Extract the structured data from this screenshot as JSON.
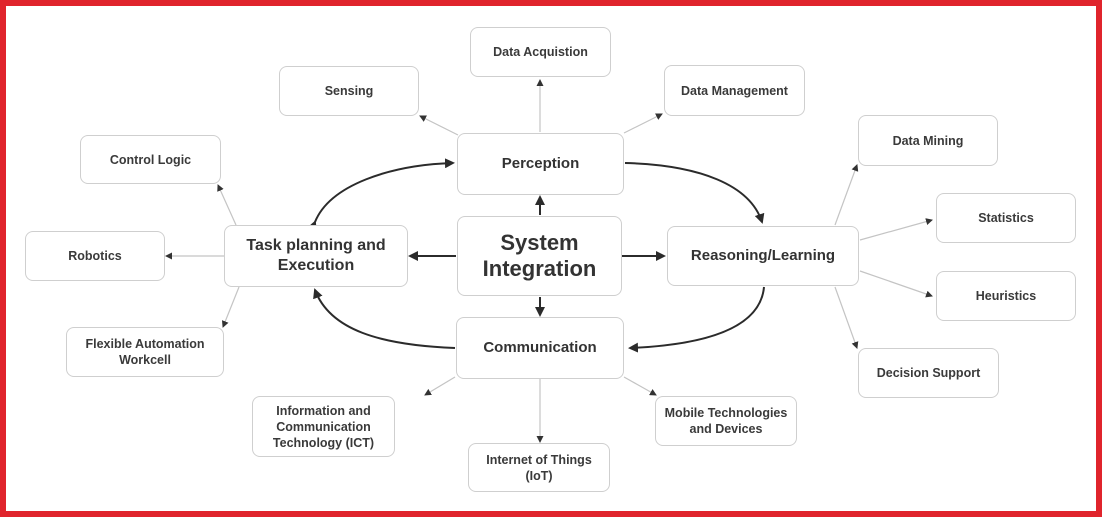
{
  "diagram": {
    "center": {
      "label_line1": "System",
      "label_line2": "Integration"
    },
    "hubs": {
      "perception": "Perception",
      "reasoning": "Reasoning/Learning",
      "communication": "Communication",
      "task_line1": "Task planning and",
      "task_line2": "Execution"
    },
    "perception_children": [
      "Sensing",
      "Data Acquistion",
      "Data Management"
    ],
    "reasoning_children": [
      "Data Mining",
      "Statistics",
      "Heuristics",
      "Decision Support"
    ],
    "communication_children": {
      "ict_line1": "Information and",
      "ict_line2": "Communication",
      "ict_line3": "Technology (ICT)",
      "iot_line1": "Internet of Things",
      "iot_line2": "(IoT)",
      "mobile_line1": "Mobile Technologies",
      "mobile_line2": "and Devices"
    },
    "task_children": {
      "control_logic": "Control Logic",
      "robotics": "Robotics",
      "fa_line1": "Flexible Automation",
      "fa_line2": "Workcell"
    },
    "colors": {
      "frame": "#e0242c",
      "node_border": "#cfcfcf",
      "text": "#3a3a3a",
      "major_arrow": "#2b2b2b",
      "minor_arrow": "#bdbdbd"
    }
  }
}
